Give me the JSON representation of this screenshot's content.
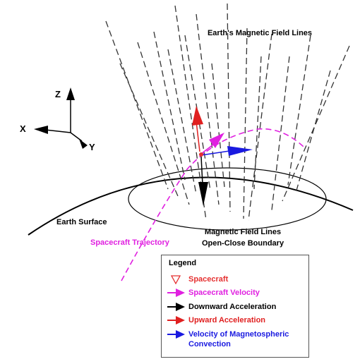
{
  "labels": {
    "field_lines": "Earth's Magnetic Field Lines",
    "earth_surface": "Earth Surface",
    "boundary_line1": "Magnetic Field Lines",
    "boundary_line2": "Open-Close Boundary",
    "trajectory": "Spacecraft Trajectory"
  },
  "axes": {
    "z": "Z",
    "x": "X",
    "y": "Y"
  },
  "legend": {
    "title": "Legend",
    "items": [
      {
        "label": "Spacecraft",
        "color": "#e53030",
        "icon": "spacecraft-triangle-icon"
      },
      {
        "label": "Spacecraft Velocity",
        "color": "#e020e0",
        "icon": "magenta-arrow-icon"
      },
      {
        "label": "Downward Acceleration",
        "color": "#000000",
        "icon": "black-arrow-icon"
      },
      {
        "label": "Upward Acceleration",
        "color": "#e02020",
        "icon": "red-arrow-icon"
      },
      {
        "label": "Velocity of Magnetospheric Convection",
        "color": "#1a1ae0",
        "icon": "blue-arrow-icon"
      }
    ]
  },
  "colors": {
    "trajectory": "#e020e0",
    "field_lines": "#333333"
  }
}
